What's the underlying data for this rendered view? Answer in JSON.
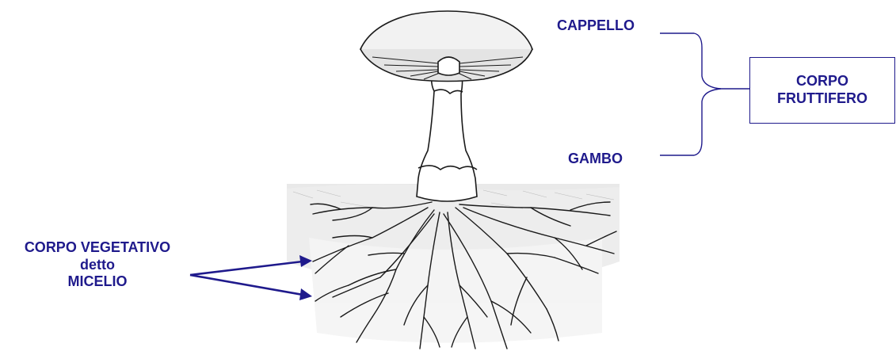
{
  "labels": {
    "cappello": "CAPPELLO",
    "gambo": "GAMBO",
    "fruit_body_line1": "CORPO",
    "fruit_body_line2": "FRUTTIFERO",
    "veg_line1": "CORPO VEGETATIVO",
    "veg_line2": "detto",
    "veg_line3": "MICELIO"
  },
  "colors": {
    "label": "#1f1a8c",
    "drawing": "#1a1a1a"
  }
}
